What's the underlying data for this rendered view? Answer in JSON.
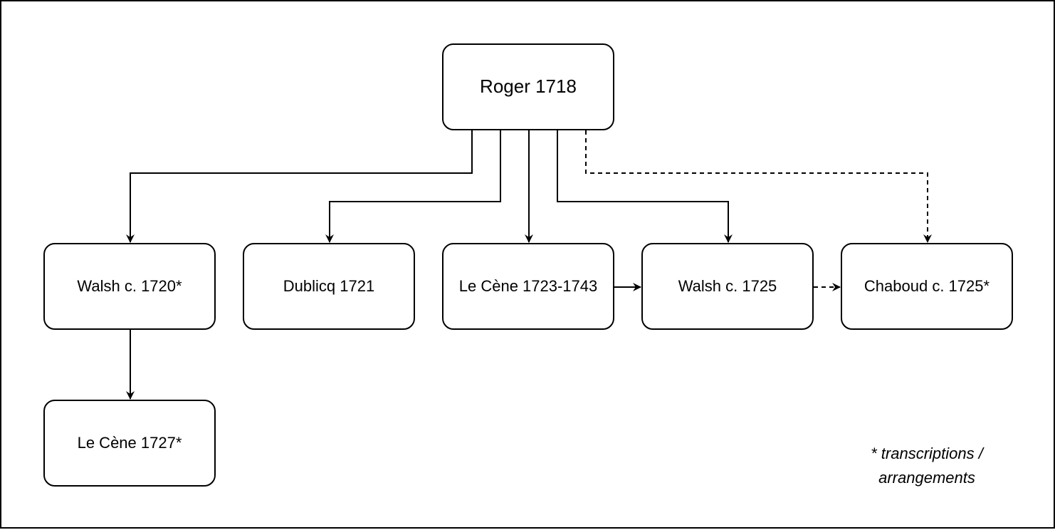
{
  "nodes": {
    "roger": "Roger 1718",
    "walsh1720": "Walsh c. 1720*",
    "dublicq": "Dublicq 1721",
    "lecene1723": "Le Cène 1723-1743",
    "walsh1725": "Walsh c. 1725",
    "chaboud": "Chaboud c. 1725*",
    "lecene1727": "Le Cène 1727*"
  },
  "footnote": {
    "line1": "* transcriptions /",
    "line2": "arrangements"
  },
  "edges": [
    {
      "from": "roger",
      "to": "walsh1720",
      "style": "solid"
    },
    {
      "from": "roger",
      "to": "dublicq",
      "style": "solid"
    },
    {
      "from": "roger",
      "to": "lecene1723",
      "style": "solid"
    },
    {
      "from": "roger",
      "to": "walsh1725",
      "style": "solid"
    },
    {
      "from": "roger",
      "to": "chaboud",
      "style": "dashed"
    },
    {
      "from": "walsh1720",
      "to": "lecene1727",
      "style": "solid"
    },
    {
      "from": "lecene1723",
      "to": "walsh1725",
      "style": "solid"
    },
    {
      "from": "walsh1725",
      "to": "chaboud",
      "style": "dashed"
    }
  ],
  "colors": {
    "stroke": "#000000",
    "background": "#ffffff"
  }
}
